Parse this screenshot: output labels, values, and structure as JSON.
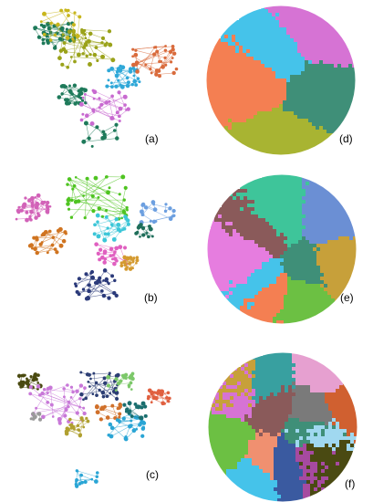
{
  "figure": {
    "panels": [
      {
        "id": "a",
        "label": "(a)",
        "kind": "network-map",
        "colors": [
          "#1e7a5a",
          "#9aa21a",
          "#c8b61c",
          "#2fa8d8",
          "#d96b3c",
          "#c86ad0"
        ]
      },
      {
        "id": "b",
        "label": "(b)",
        "kind": "network-map",
        "colors": [
          "#d262b8",
          "#4fc421",
          "#d07420",
          "#2b3a7a",
          "#6c9fe0",
          "#1f6e5a",
          "#3cc6d8",
          "#e060c0",
          "#d49a30"
        ]
      },
      {
        "id": "c",
        "label": "(c)",
        "kind": "network-map",
        "colors": [
          "#4a4a10",
          "#c878d8",
          "#2c3e74",
          "#d0702a",
          "#2aa5d5",
          "#e06040",
          "#7cc86a",
          "#1a6e6e",
          "#b0a030",
          "#9a9a9a"
        ]
      },
      {
        "id": "d",
        "label": "(d)",
        "kind": "circular-partition",
        "colors": [
          "#3f8f78",
          "#a8b432",
          "#f47f52",
          "#45c3ea",
          "#d673d4"
        ]
      },
      {
        "id": "e",
        "label": "(e)",
        "kind": "circular-partition",
        "colors": [
          "#3f8f78",
          "#6cc043",
          "#f47f52",
          "#45c3ea",
          "#e67ddf",
          "#8a5a5a",
          "#3ec59a",
          "#6b8fd4",
          "#c7a03a"
        ]
      },
      {
        "id": "f",
        "label": "(f)",
        "kind": "circular-partition",
        "colors": [
          "#3f8f78",
          "#4a4a12",
          "#a64aa0",
          "#3a5aa0",
          "#f09070",
          "#45c3ea",
          "#6cc043",
          "#d673d4",
          "#8a5a5a",
          "#c7a03a",
          "#38a0a0",
          "#e6a0d0",
          "#7a7a7a",
          "#d06030",
          "#a0d8f0"
        ]
      }
    ]
  }
}
